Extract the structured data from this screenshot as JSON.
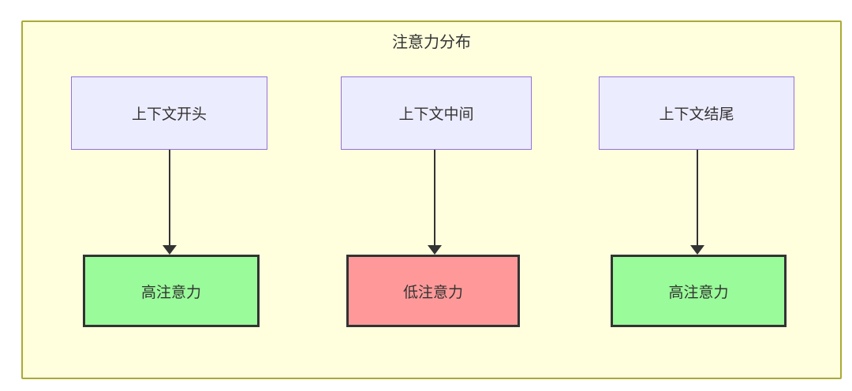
{
  "diagram": {
    "title": "注意力分布",
    "nodes": {
      "top": [
        {
          "id": "context-start",
          "label": "上下文开头"
        },
        {
          "id": "context-middle",
          "label": "上下文中间"
        },
        {
          "id": "context-end",
          "label": "上下文结尾"
        }
      ],
      "bottom": [
        {
          "id": "high-attention-1",
          "label": "高注意力",
          "type": "high"
        },
        {
          "id": "low-attention",
          "label": "低注意力",
          "type": "low"
        },
        {
          "id": "high-attention-2",
          "label": "高注意力",
          "type": "high"
        }
      ]
    },
    "edges": [
      {
        "from": "context-start",
        "to": "high-attention-1"
      },
      {
        "from": "context-middle",
        "to": "low-attention"
      },
      {
        "from": "context-end",
        "to": "high-attention-2"
      }
    ]
  },
  "colors": {
    "frame_fill": "#ffffde",
    "frame_border": "#aaaa33",
    "node_fill": "#ececff",
    "node_border": "#9370db",
    "high_fill": "#99fb99",
    "low_fill": "#ff9999",
    "result_border": "#333333",
    "arrow": "#333333",
    "text": "#333333"
  }
}
